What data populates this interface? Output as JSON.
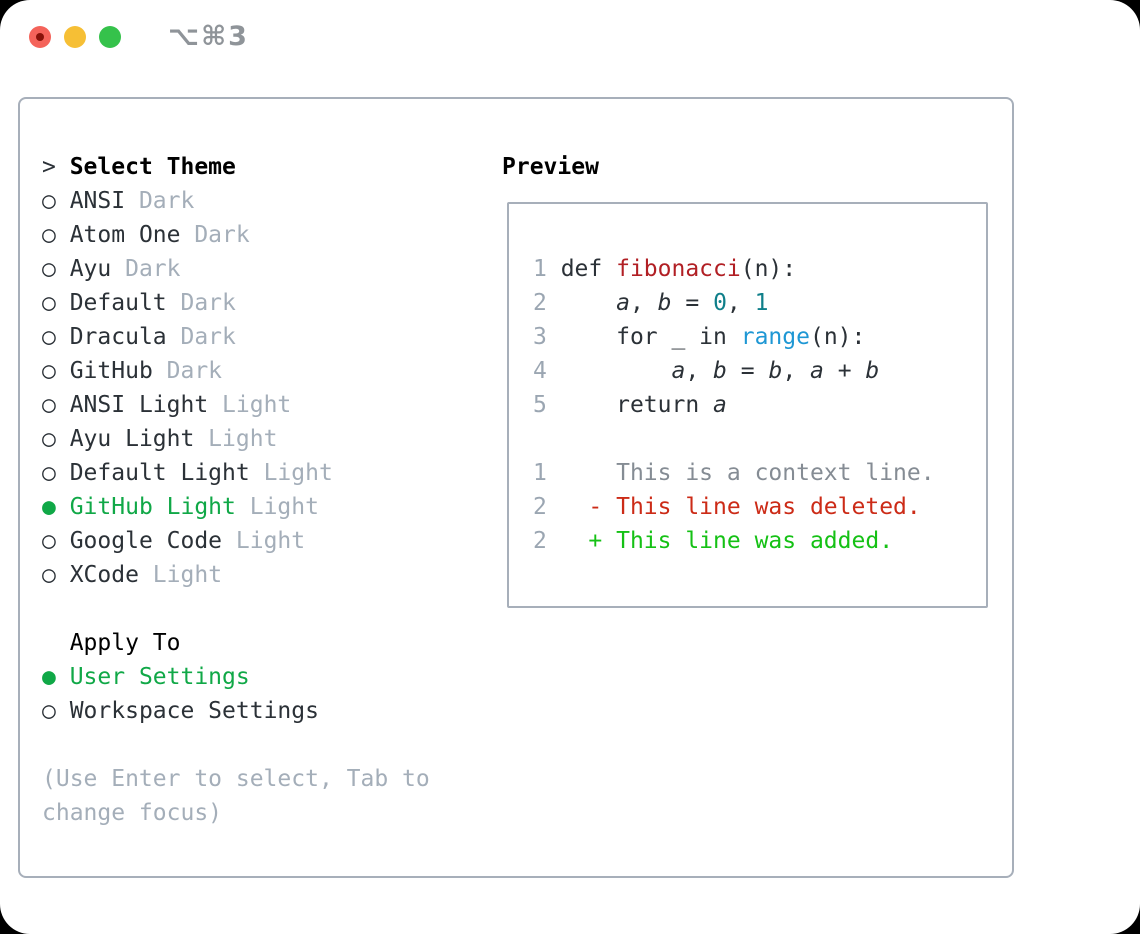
{
  "window": {
    "title": "⌥⌘3",
    "traffic_lights": [
      {
        "name": "close",
        "color": "#f4635a",
        "inner_dot_color": "#871209"
      },
      {
        "name": "minimize",
        "color": "#f6bf35"
      },
      {
        "name": "zoom",
        "color": "#35c24b"
      }
    ]
  },
  "left": {
    "prompt": "> ",
    "select_label": "Select Theme",
    "bullet_selected": "●",
    "bullet_unselected": "○",
    "themes": [
      {
        "name": "ANSI",
        "tag": "Dark",
        "selected": false
      },
      {
        "name": "Atom One",
        "tag": "Dark",
        "selected": false
      },
      {
        "name": "Ayu",
        "tag": "Dark",
        "selected": false
      },
      {
        "name": "Default",
        "tag": "Dark",
        "selected": false
      },
      {
        "name": "Dracula",
        "tag": "Dark",
        "selected": false
      },
      {
        "name": "GitHub",
        "tag": "Dark",
        "selected": false
      },
      {
        "name": "ANSI Light",
        "tag": "Light",
        "selected": false
      },
      {
        "name": "Ayu Light",
        "tag": "Light",
        "selected": false
      },
      {
        "name": "Default Light",
        "tag": "Light",
        "selected": false
      },
      {
        "name": "GitHub Light",
        "tag": "Light",
        "selected": true
      },
      {
        "name": "Google Code",
        "tag": "Light",
        "selected": false
      },
      {
        "name": "XCode",
        "tag": "Light",
        "selected": false
      }
    ],
    "apply_label": "Apply To",
    "apply_options": [
      {
        "label": "User Settings",
        "selected": true
      },
      {
        "label": "Workspace Settings",
        "selected": false
      }
    ],
    "hint": "(Use Enter to select, Tab to change focus)"
  },
  "preview": {
    "title": "Preview",
    "lines": [
      {
        "no": "1",
        "segments": [
          {
            "text": "def ",
            "style": "code"
          },
          {
            "text": "fibonacci",
            "style": "function"
          },
          {
            "text": "(n):",
            "style": "code"
          }
        ]
      },
      {
        "no": "2",
        "segments": [
          {
            "text": "    ",
            "style": "code"
          },
          {
            "text": "a",
            "style": "variable"
          },
          {
            "text": ", ",
            "style": "code"
          },
          {
            "text": "b",
            "style": "variable"
          },
          {
            "text": " = ",
            "style": "code"
          },
          {
            "text": "0",
            "style": "number"
          },
          {
            "text": ", ",
            "style": "code"
          },
          {
            "text": "1",
            "style": "number"
          }
        ]
      },
      {
        "no": "3",
        "segments": [
          {
            "text": "    for _ in ",
            "style": "code"
          },
          {
            "text": "range",
            "style": "builtin"
          },
          {
            "text": "(n):",
            "style": "code"
          }
        ]
      },
      {
        "no": "4",
        "segments": [
          {
            "text": "        ",
            "style": "code"
          },
          {
            "text": "a",
            "style": "variable"
          },
          {
            "text": ", ",
            "style": "code"
          },
          {
            "text": "b",
            "style": "variable"
          },
          {
            "text": " = ",
            "style": "code"
          },
          {
            "text": "b",
            "style": "variable"
          },
          {
            "text": ", ",
            "style": "code"
          },
          {
            "text": "a",
            "style": "variable"
          },
          {
            "text": " + ",
            "style": "code"
          },
          {
            "text": "b",
            "style": "variable"
          }
        ]
      },
      {
        "no": "5",
        "segments": [
          {
            "text": "    return ",
            "style": "code"
          },
          {
            "text": "a",
            "style": "variable"
          }
        ]
      },
      {
        "no": "",
        "segments": []
      },
      {
        "no": "1",
        "segments": [
          {
            "text": "    This is a context line.",
            "style": "context"
          }
        ]
      },
      {
        "no": "2",
        "segments": [
          {
            "text": "  - This line was deleted.",
            "style": "deleted"
          }
        ]
      },
      {
        "no": "2",
        "segments": [
          {
            "text": "  + This line was added.",
            "style": "added"
          }
        ]
      }
    ]
  },
  "colors": {
    "accent": "#10a847",
    "border": "#a7afba",
    "text": "#2b3137",
    "muted": "#a4aeb9",
    "gutter": "#9ba6b2",
    "fn": "#b11f24",
    "num": "#0f7f8a",
    "builtin": "#1e97d4",
    "ctx": "#858c94",
    "del": "#cc2b17",
    "add": "#15c115",
    "title": "#8f9499"
  }
}
